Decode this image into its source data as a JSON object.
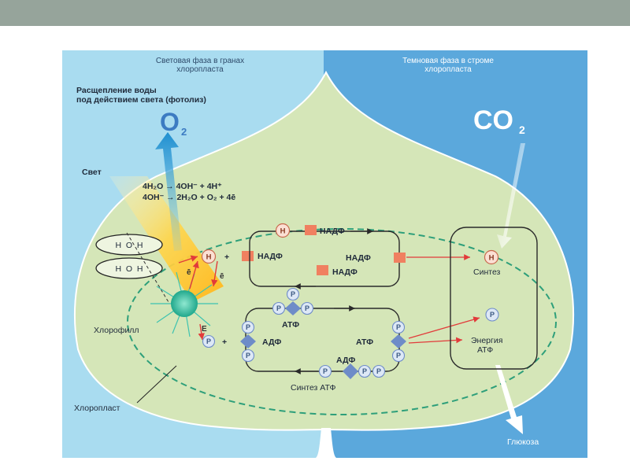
{
  "slide": {
    "topbar_color": "#96a49b"
  },
  "figure": {
    "header_left_line1": "Световая фаза в гранах",
    "header_left_line2": "хлоропласта",
    "header_right_line1": "Темновая фаза в строме",
    "header_right_line2": "хлоропласта",
    "water_split_line1": "Расщепление воды",
    "water_split_line2": "под действием света (фотолиз)",
    "oxygen": "O",
    "oxygen_sub": "2",
    "co2": "CO",
    "co2_sub": "2",
    "light": "Свет",
    "eq1": "4H₂O → 4OH⁻ + 4H⁺",
    "eq2": "4OH⁻ → 2H₂O + O₂ + 4ē",
    "water1": "H  O  H",
    "water2": "H  O  H",
    "electron1": "ē",
    "electron2": "ē",
    "electron_e": "E",
    "chlorophyll": "Хлорофилл",
    "chloroplast": "Хлоропласт",
    "h": "H",
    "p": "P",
    "plus": "+",
    "nadf": "НАДФ",
    "atf": "АТФ",
    "adf": "АДФ",
    "synthesis": "Синтез",
    "energy_line1": "Энергия",
    "energy_line2": "АТФ",
    "atf_synthesis": "Синтез АТФ",
    "glucose": "Глюкоза",
    "colors": {
      "light_phase_bg": "#a9dcf0",
      "dark_phase_bg": "#5ba8dc",
      "leaf": "#d5e6b8",
      "membrane_dash": "#2e9f7a",
      "nadf_square": "#f08060",
      "atp_diamond": "#6e8cc8",
      "arrow_red": "#e23a3a",
      "oxygen_arrow": "#2c9ad6"
    }
  }
}
